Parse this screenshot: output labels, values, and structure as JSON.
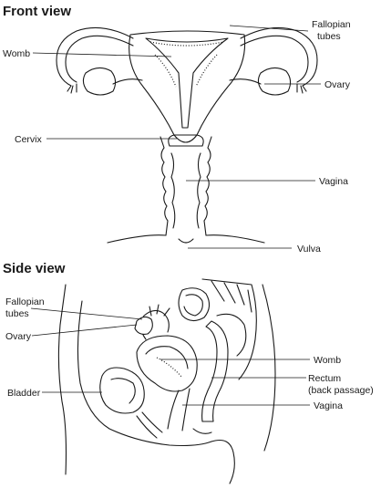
{
  "front_view": {
    "title": "Front view",
    "labels": {
      "fallopian_tubes": [
        "Fallopian",
        "tubes"
      ],
      "womb": "Womb",
      "ovary": "Ovary",
      "cervix": "Cervix",
      "vagina": "Vagina",
      "vulva": "Vulva"
    }
  },
  "side_view": {
    "title": "Side view",
    "labels": {
      "fallopian_tubes": [
        "Fallopian",
        "tubes"
      ],
      "ovary": "Ovary",
      "womb": "Womb",
      "bladder": "Bladder",
      "rectum": [
        "Rectum",
        "(back passage)"
      ],
      "vagina": "Vagina"
    }
  }
}
